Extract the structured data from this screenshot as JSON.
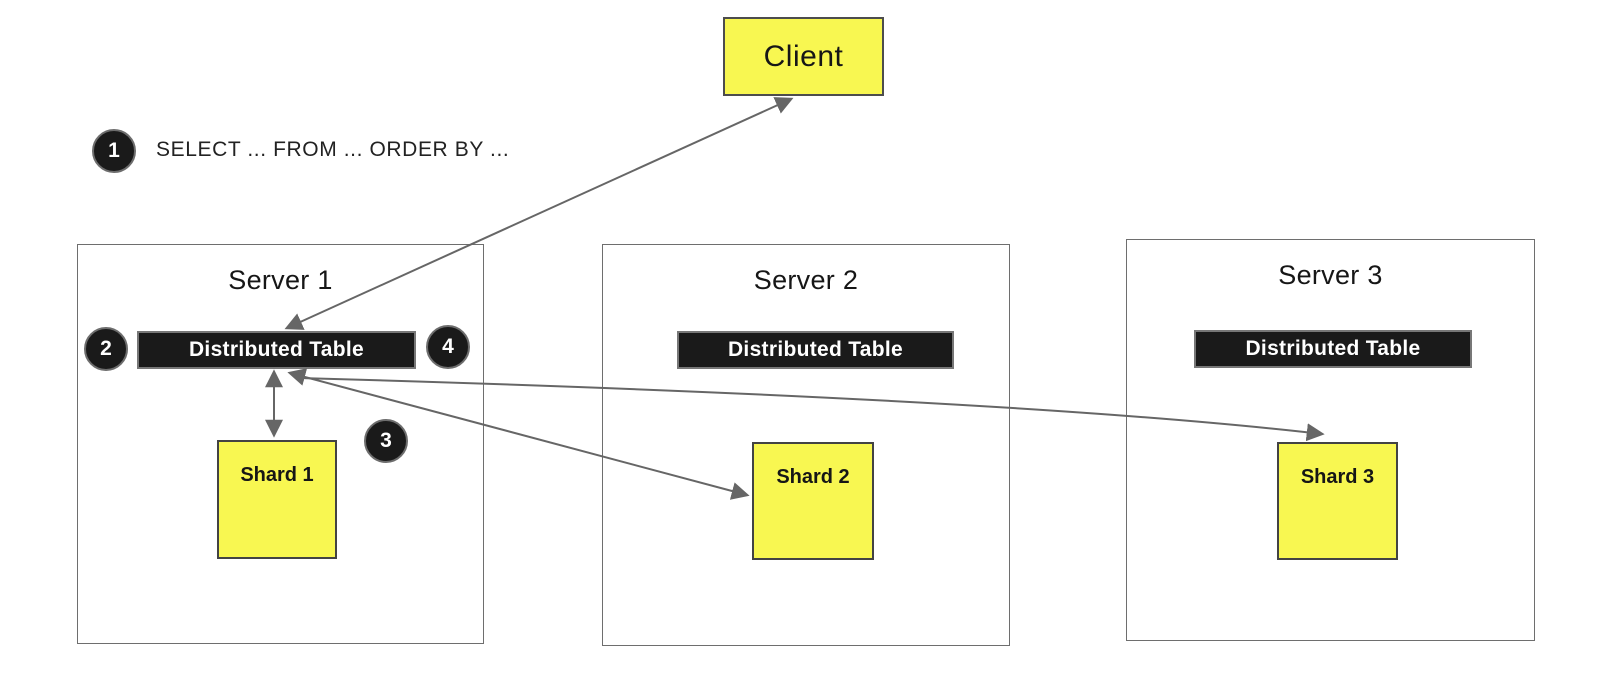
{
  "diagram": {
    "client": {
      "label": "Client"
    },
    "annotation": {
      "step": "1",
      "text": "SELECT ... FROM ... ORDER BY ..."
    },
    "steps": {
      "step2": "2",
      "step3": "3",
      "step4": "4"
    },
    "servers": [
      {
        "title": "Server 1",
        "table_label": "Distributed Table",
        "shard_label": "Shard 1"
      },
      {
        "title": "Server 2",
        "table_label": "Distributed Table",
        "shard_label": "Shard 2"
      },
      {
        "title": "Server 3",
        "table_label": "Distributed Table",
        "shard_label": "Shard 3"
      }
    ],
    "colors": {
      "node_fill": "#F8F751",
      "bar_fill": "#1A1A1A",
      "arrow": "#666666"
    }
  }
}
